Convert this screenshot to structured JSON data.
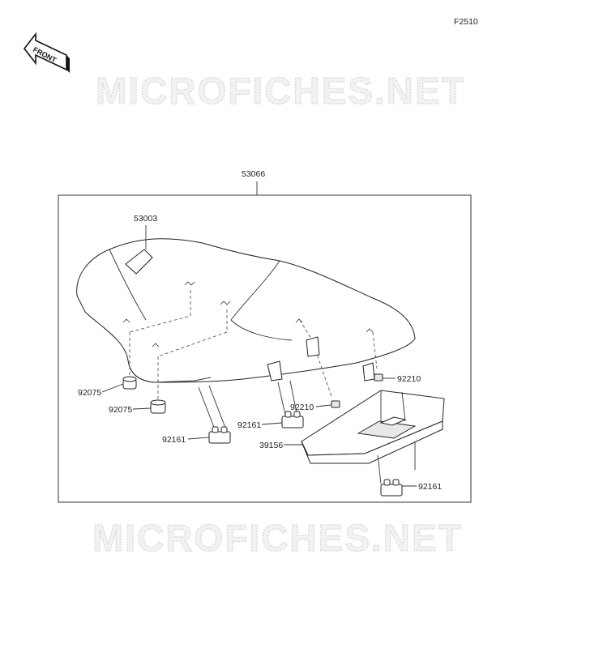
{
  "diagram_code": "F2510",
  "front_label": "FRONT",
  "watermarks": [
    "MICROFICHES.NET",
    "MICROFICHES.NET"
  ],
  "part_numbers": {
    "seat_assembly": "53066",
    "cover": "53003",
    "damper_upper": "92075",
    "damper_lower": "92075",
    "nut_right": "92210",
    "nut_center": "92210",
    "bracket_center": "92161",
    "bracket_left": "92161",
    "bracket_right": "92161",
    "tray": "39156"
  }
}
